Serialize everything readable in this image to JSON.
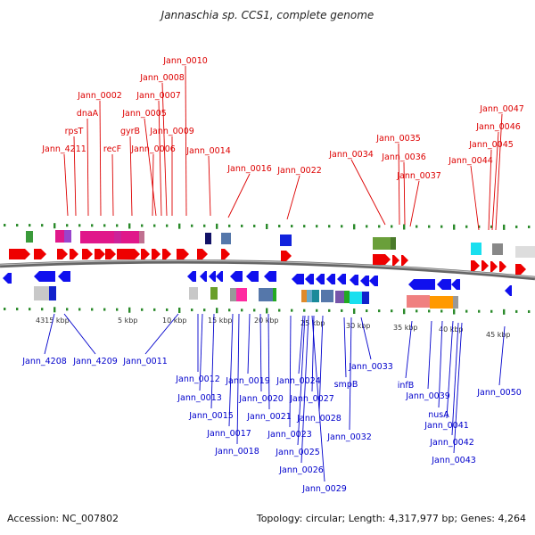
{
  "title": "Jannaschia sp. CCS1, complete genome",
  "accession": "Accession: NC_007802",
  "summary": "Topology: circular; Length: 4,317,977 bp; Genes: 4,264",
  "colors": {
    "forward_label": "#dd0000",
    "reverse_label": "#0000cc",
    "ruler": "#2a8a2a",
    "forward_arrow": "#ee0000",
    "reverse_arrow": "#1010ee"
  },
  "scale_ticks": [
    {
      "label": "4315 kbp"
    },
    {
      "label": "5 kbp"
    },
    {
      "label": "10 kbp"
    },
    {
      "label": "15 kbp"
    },
    {
      "label": "20 kbp"
    },
    {
      "label": "25 kbp"
    },
    {
      "label": "30 kbp"
    },
    {
      "label": "35 kbp"
    },
    {
      "label": "40 kbp"
    },
    {
      "label": "45 kbp"
    }
  ],
  "forward_labels": [
    "Jann_0010",
    "Jann_0008",
    "Jann_0002",
    "Jann_0007",
    "dnaA",
    "Jann_0005",
    "rpsT",
    "gyrB",
    "Jann_0009",
    "Jann_4211",
    "recF",
    "Jann_0006",
    "Jann_0014",
    "Jann_0016",
    "Jann_0022",
    "Jann_0034",
    "Jann_0035",
    "Jann_0036",
    "Jann_0037",
    "Jann_0047",
    "Jann_0046",
    "Jann_0045",
    "Jann_0044"
  ],
  "reverse_labels": [
    "Jann_4208",
    "Jann_4209",
    "Jann_0011",
    "Jann_0012",
    "Jann_0013",
    "Jann_0015",
    "Jann_0017",
    "Jann_0018",
    "Jann_0019",
    "Jann_0020",
    "Jann_0021",
    "Jann_0023",
    "Jann_0024",
    "Jann_0025",
    "Jann_0026",
    "Jann_0027",
    "Jann_0028",
    "Jann_0029",
    "smpB",
    "Jann_0032",
    "Jann_0033",
    "infB",
    "Jann_0039",
    "nusA",
    "Jann_0041",
    "Jann_0042",
    "Jann_0043",
    "Jann_0050"
  ]
}
